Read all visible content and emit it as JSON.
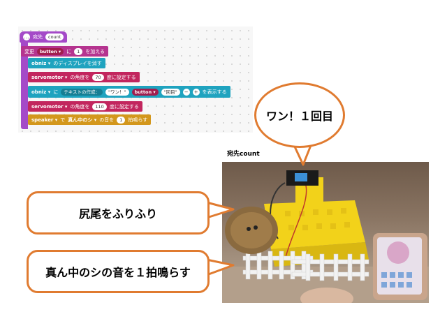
{
  "program": {
    "hat": {
      "label": "宛先",
      "name": "count"
    },
    "rows": [
      {
        "type": "var",
        "parts": [
          "変更",
          "button ▾",
          "に",
          "1",
          "を加える"
        ]
      },
      {
        "type": "obniz",
        "parts": [
          "obniz ▾",
          "のディスプレイを消す"
        ]
      },
      {
        "type": "servo",
        "parts": [
          "servomotor ▾",
          "の角度を",
          "70",
          "度に設定する"
        ]
      },
      {
        "type": "obniz",
        "parts": [
          "obniz ▾",
          "に",
          "テキストの作成：",
          "\"ワン！\"",
          "button ▾",
          "\"回目\"",
          "−",
          "+",
          "を表示する"
        ]
      },
      {
        "type": "servo",
        "parts": [
          "servomotor ▾",
          "の角度を",
          "110",
          "度に設定する"
        ]
      },
      {
        "type": "spk",
        "parts": [
          "speaker ▾",
          "で",
          "真ん中のシ ▾",
          "の音を",
          "1",
          "拍鳴らす"
        ]
      }
    ]
  },
  "photo": {
    "caption": "宛先count"
  },
  "bubbles": {
    "wan": "ワン！１回目",
    "shiri": "尻尾をふりふり",
    "note": "真ん中のシの音を１拍鳴らす"
  },
  "colors": {
    "bubble_border": "#e07b30",
    "hat": "#a44ac8",
    "var": "#b5348f",
    "obniz": "#1fa3bf",
    "servo": "#c2265e",
    "speaker": "#d3971c"
  }
}
